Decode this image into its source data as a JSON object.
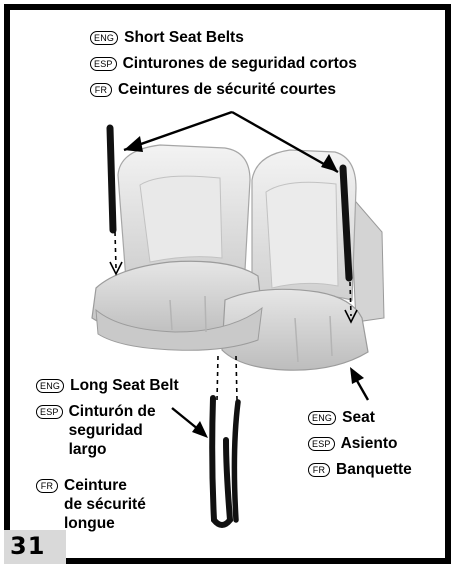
{
  "badges": {
    "eng": "ENG",
    "esp": "ESP",
    "fr": "FR"
  },
  "short_belts": {
    "eng": "Short Seat Belts",
    "esp": "Cinturones de seguridad cortos",
    "fr": "Ceintures de sécurité courtes"
  },
  "long_belt": {
    "eng": "Long Seat Belt",
    "esp_lines": [
      "Cinturón de",
      "seguridad",
      "largo"
    ],
    "fr_lines": [
      "Ceinture",
      "de sécurité",
      "longue"
    ]
  },
  "seat": {
    "eng": "Seat",
    "esp": "Asiento",
    "fr": "Banquette"
  },
  "page_number": "31"
}
